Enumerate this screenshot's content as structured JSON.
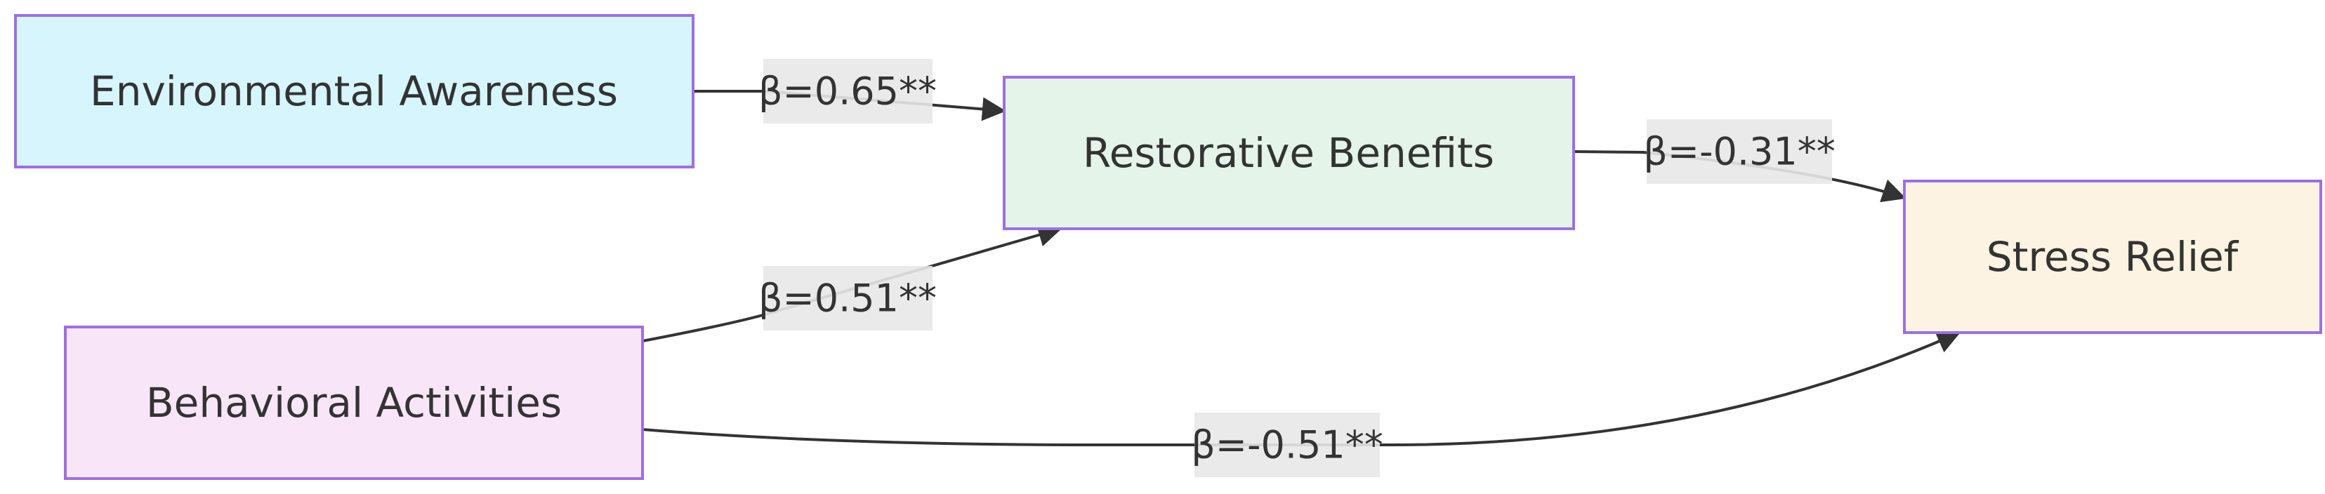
{
  "diagram": {
    "nodes": {
      "env": {
        "label": "Environmental Awareness",
        "fill": "#d7f5fc"
      },
      "rest": {
        "label": "Restorative Benefits",
        "fill": "#e4f4e8"
      },
      "stress": {
        "label": "Stress Relief",
        "fill": "#fdf3e2"
      },
      "behav": {
        "label": "Behavioral Activities",
        "fill": "#f8e6f8"
      }
    },
    "edges": {
      "env_rest": {
        "from": "Environmental Awareness",
        "to": "Restorative Benefits",
        "label": "β=0.65**"
      },
      "behav_rest": {
        "from": "Behavioral Activities",
        "to": "Restorative Benefits",
        "label": "β=0.51**"
      },
      "rest_stress": {
        "from": "Restorative Benefits",
        "to": "Stress Relief",
        "label": "β=-0.31**"
      },
      "behav_stress": {
        "from": "Behavioral Activities",
        "to": "Stress Relief",
        "label": "β=-0.51**"
      }
    },
    "colors": {
      "border": "#9f6fe0",
      "edge": "#333333",
      "label_background": "#e8e8e8",
      "text": "#333333"
    }
  }
}
